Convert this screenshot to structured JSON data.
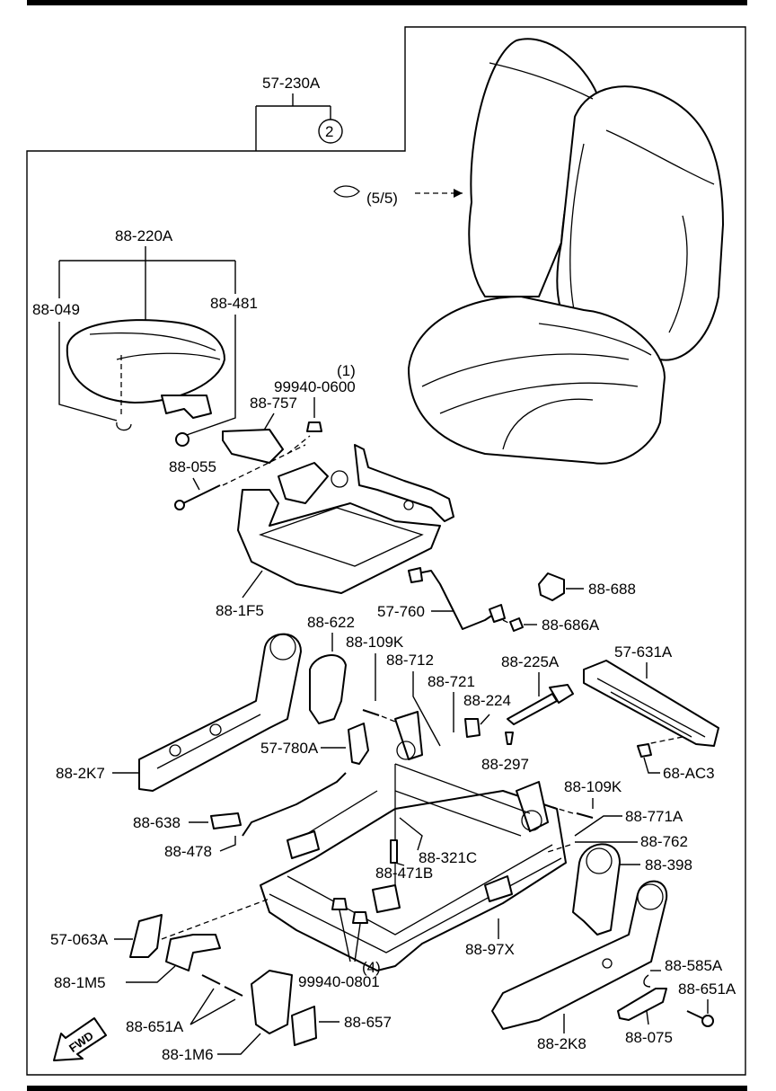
{
  "diagram": {
    "labels": {
      "assy_57_230A": "57-230A",
      "circle_ref": "2",
      "ref_page": "(5/5)",
      "assy_88_220A": "88-220A",
      "p_88_049": "88-049",
      "p_88_481": "88-481",
      "qty_1": "(1)",
      "p_99940_0600": "99940-0600",
      "p_88_757": "88-757",
      "p_88_055": "88-055",
      "p_88_1F5": "88-1F5",
      "p_88_688": "88-688",
      "p_57_760": "57-760",
      "p_88_686A": "88-686A",
      "p_88_622": "88-622",
      "p_88_109K_a": "88-109K",
      "p_88_712": "88-712",
      "p_88_721": "88-721",
      "p_88_225A": "88-225A",
      "p_57_631A": "57-631A",
      "p_88_224": "88-224",
      "p_57_780A": "57-780A",
      "p_88_297": "88-297",
      "p_68_AC3": "68-AC3",
      "p_88_2K7": "88-2K7",
      "p_88_109K_b": "88-109K",
      "p_88_638": "88-638",
      "p_88_771A": "88-771A",
      "p_88_478": "88-478",
      "p_88_321C": "88-321C",
      "p_88_762": "88-762",
      "p_88_398": "88-398",
      "p_88_471B": "88-471B",
      "p_57_063A": "57-063A",
      "p_88_97X": "88-97X",
      "p_88_1M5": "88-1M5",
      "qty_4": "(4)",
      "p_99940_0801": "99940-0801",
      "p_88_585A": "88-585A",
      "p_88_651A_a": "88-651A",
      "p_88_651A_b": "88-651A",
      "p_88_657": "88-657",
      "p_88_2K8": "88-2K8",
      "p_88_1M6": "88-1M6",
      "p_88_075": "88-075",
      "fwd": "FWD"
    }
  }
}
